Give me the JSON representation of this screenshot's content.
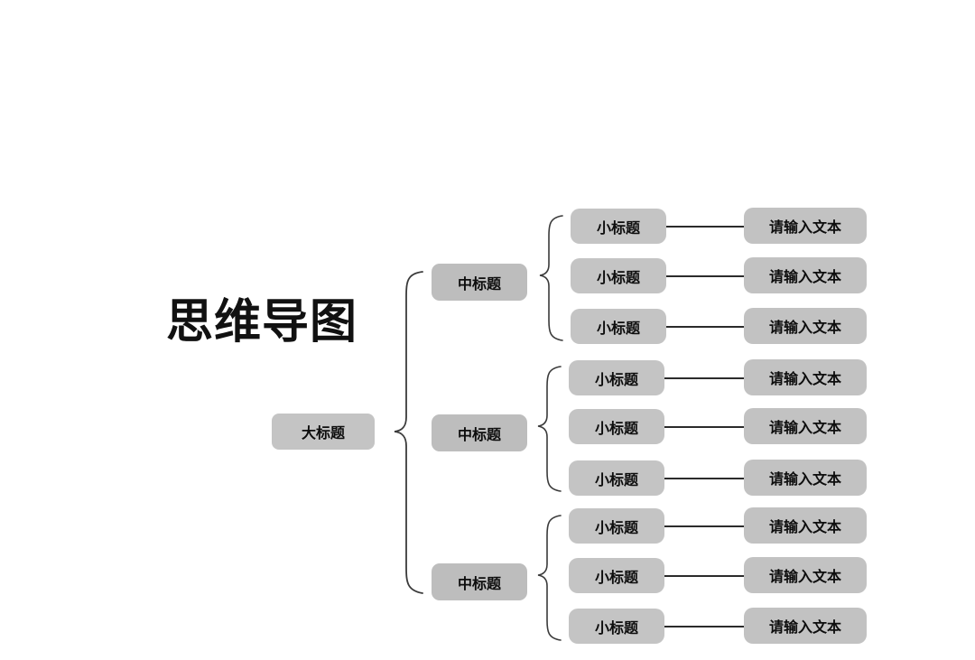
{
  "title": "思维导图",
  "colors": {
    "background": "#ffffff",
    "node_fill": "#c2c2c2",
    "node_fill_mid": "#bdbdbd",
    "text": "#0d0d0d",
    "connector": "#2b2b2b",
    "brace": "#3a3a3a"
  },
  "root": {
    "label": "大标题"
  },
  "branches": [
    {
      "mid_label": "中标题",
      "children": [
        {
          "sub_label": "小标题",
          "leaf_label": "请输入文本"
        },
        {
          "sub_label": "小标题",
          "leaf_label": "请输入文本"
        },
        {
          "sub_label": "小标题",
          "leaf_label": "请输入文本"
        }
      ]
    },
    {
      "mid_label": "中标题",
      "children": [
        {
          "sub_label": "小标题",
          "leaf_label": "请输入文本"
        },
        {
          "sub_label": "小标题",
          "leaf_label": "请输入文本"
        },
        {
          "sub_label": "小标题",
          "leaf_label": "请输入文本"
        }
      ]
    },
    {
      "mid_label": "中标题",
      "children": [
        {
          "sub_label": "小标题",
          "leaf_label": "请输入文本"
        },
        {
          "sub_label": "小标题",
          "leaf_label": "请输入文本"
        },
        {
          "sub_label": "小标题",
          "leaf_label": "请输入文本"
        }
      ]
    }
  ]
}
